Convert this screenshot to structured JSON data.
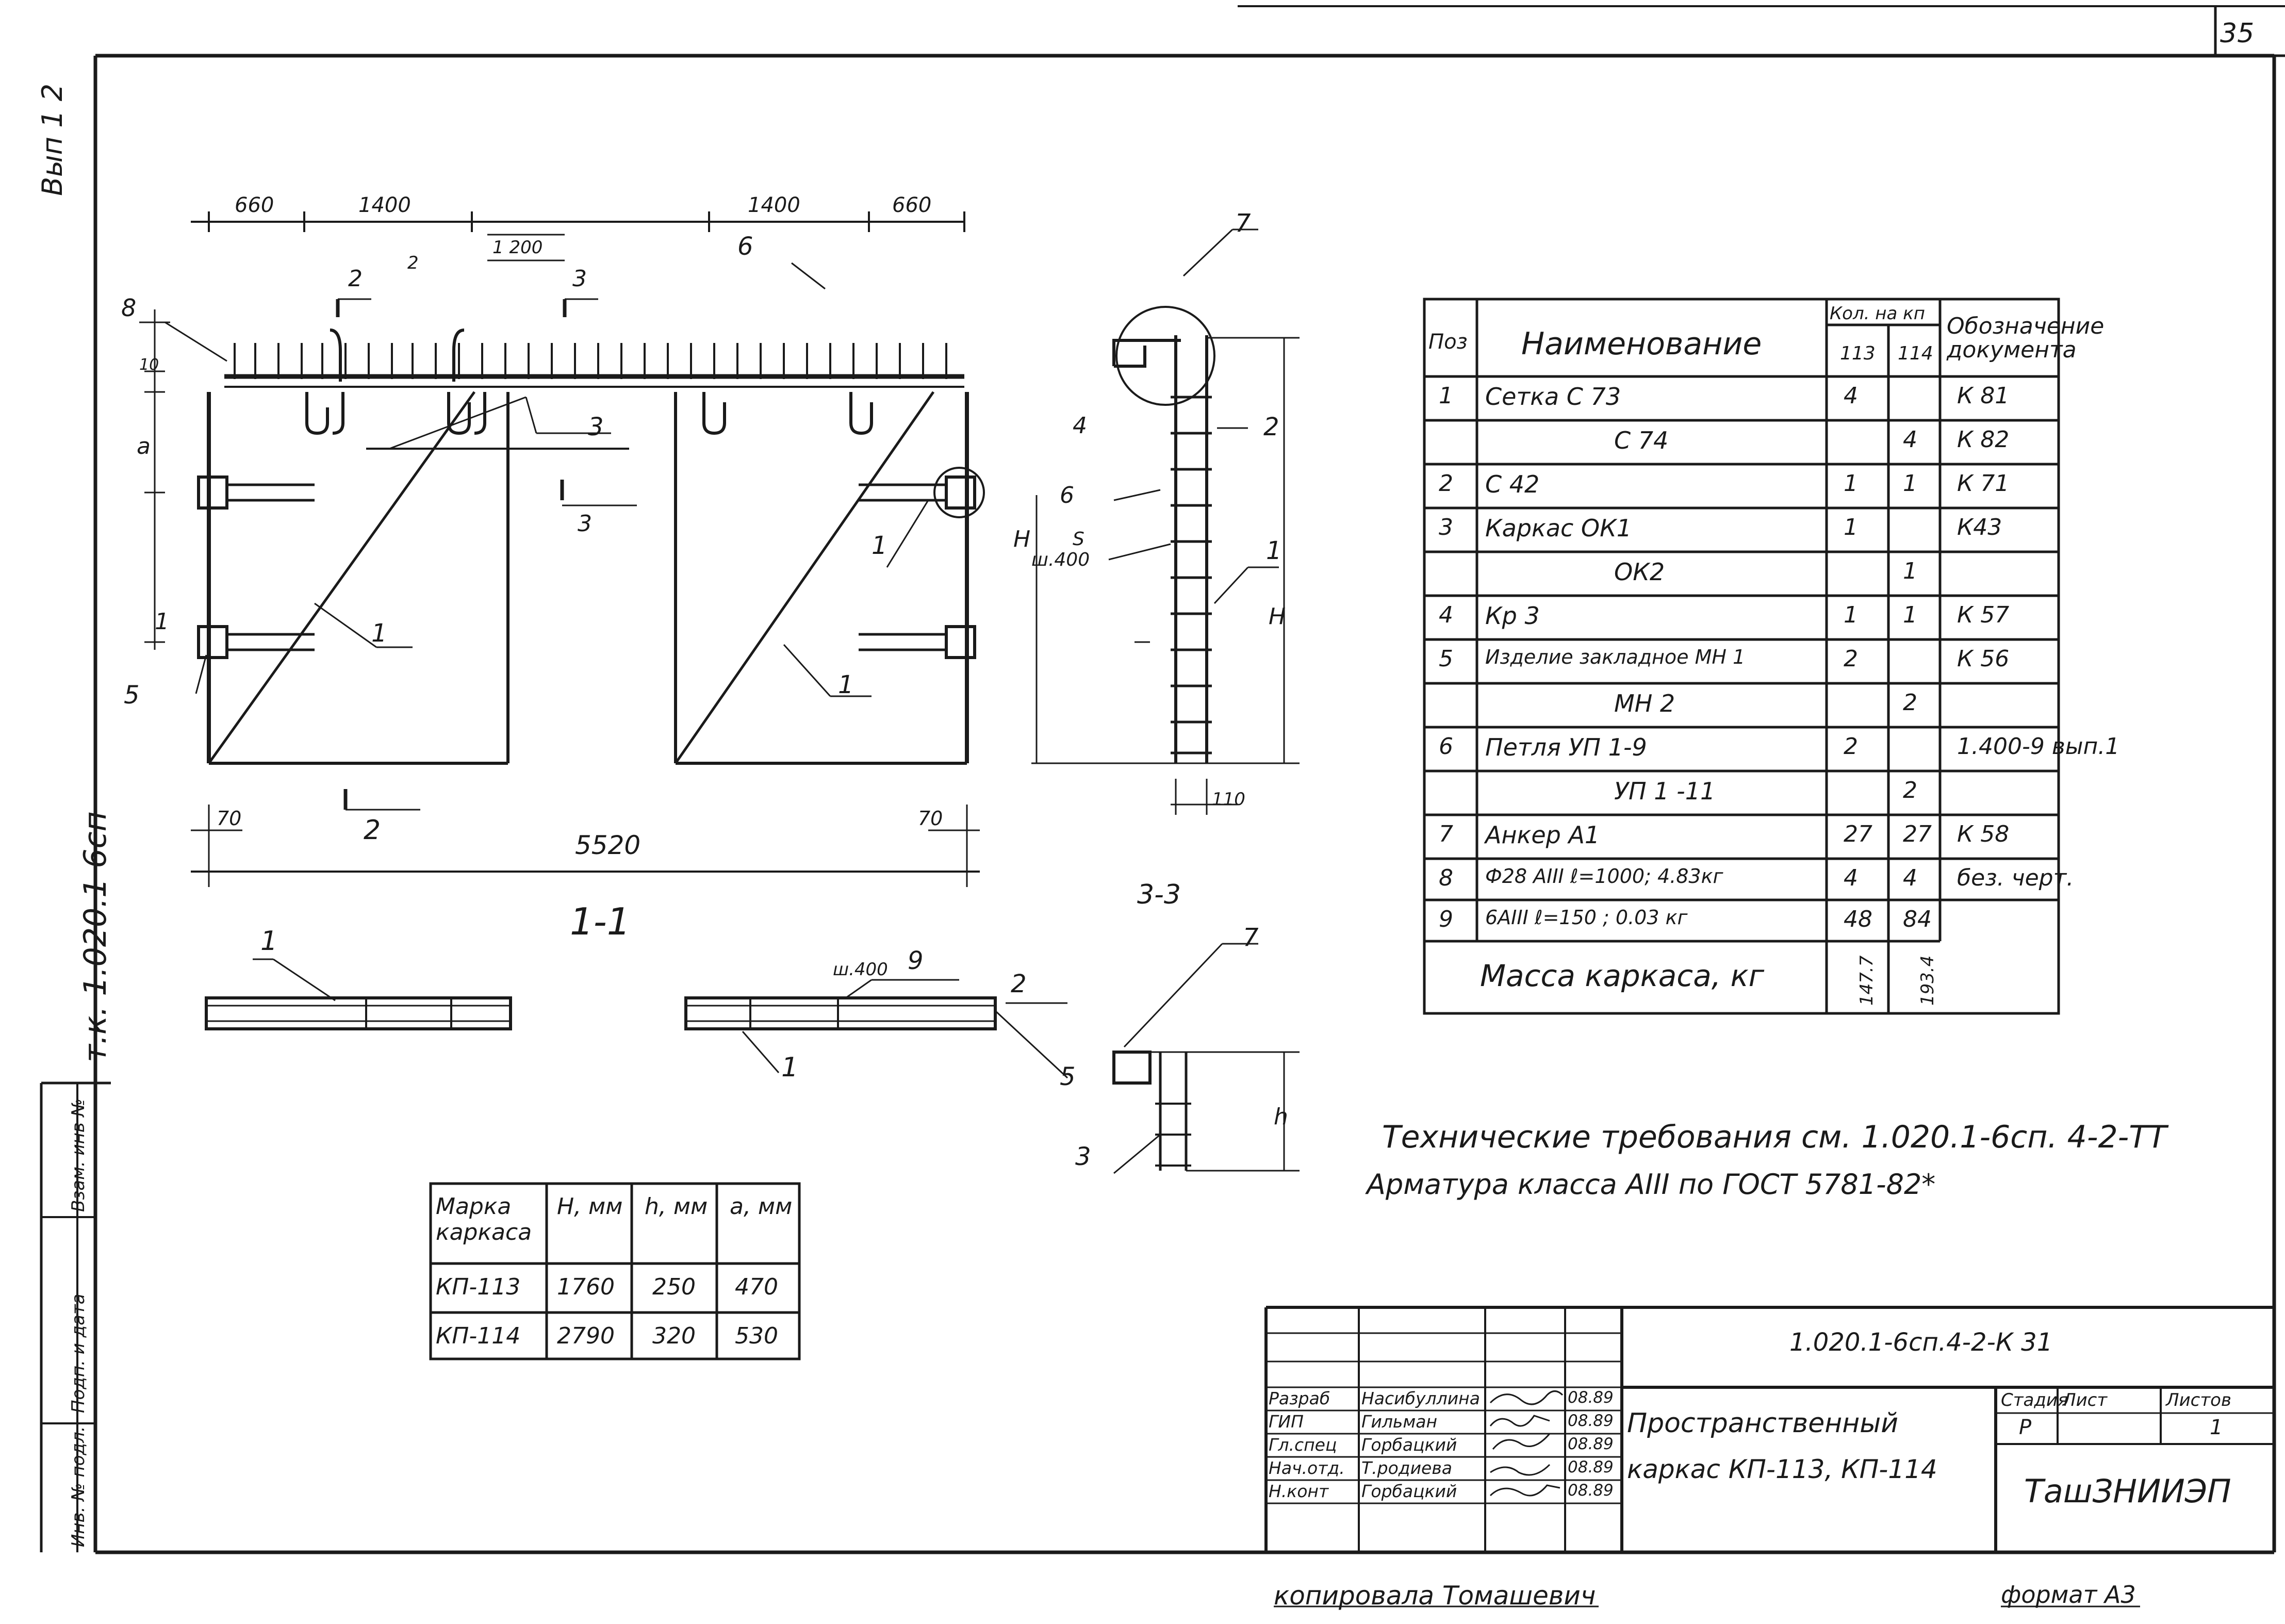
{
  "sheet": {
    "page_number": "35",
    "vypusk_label": "Вып 1 2",
    "series_label": "т.к. 1.020.1 6сп",
    "stamp_side": [
      "Инв. № подл.",
      "Подп. и дата",
      "Взам. инв №"
    ],
    "copied_by": "копировала Томашевич",
    "format": "формат А3"
  },
  "drawing": {
    "dims_top_left": [
      "660",
      "1400"
    ],
    "dims_top_right": [
      "1400",
      "660"
    ],
    "dim_center": "1 200",
    "dim_bottom_left": "70",
    "dim_bottom_right": "70",
    "dim_total": "5520",
    "dim_section_h": "110",
    "dim_u400": "ш.400",
    "dim_s": "S",
    "label_h": "H",
    "label_a": "a",
    "label_10": "10",
    "label_h_small": "h",
    "section_1_1": "1-1",
    "section_3_3": "3-3",
    "section_marks": [
      "1",
      "2",
      "3",
      "2",
      "3"
    ],
    "callouts": [
      "1",
      "1",
      "1",
      "1",
      "2",
      "2",
      "3",
      "3",
      "4",
      "5",
      "5",
      "6",
      "6",
      "7",
      "7",
      "8",
      "9",
      "1",
      "1",
      "2"
    ]
  },
  "spec_table": {
    "headers": {
      "pos": "Поз",
      "name": "Наименование",
      "qty": "Кол. на кп",
      "qty_113": "113",
      "qty_114": "114",
      "doc": "Обозначение документа"
    },
    "rows": [
      {
        "pos": "1",
        "name": "Сетка С 73",
        "q113": "4",
        "q114": "",
        "doc": "К 81"
      },
      {
        "pos": "",
        "name": "С 74",
        "q113": "",
        "q114": "4",
        "doc": "К 82"
      },
      {
        "pos": "2",
        "name": "С 42",
        "q113": "1",
        "q114": "1",
        "doc": "К 71"
      },
      {
        "pos": "3",
        "name": "Каркас ОК1",
        "q113": "1",
        "q114": "",
        "doc": "К43"
      },
      {
        "pos": "",
        "name": "ОК2",
        "q113": "",
        "q114": "1",
        "doc": ""
      },
      {
        "pos": "4",
        "name": "Кр 3",
        "q113": "1",
        "q114": "1",
        "doc": "К 57"
      },
      {
        "pos": "5",
        "name": "Изделие закладное МН 1",
        "q113": "2",
        "q114": "",
        "doc": "К 56"
      },
      {
        "pos": "",
        "name": "МН 2",
        "q113": "",
        "q114": "2",
        "doc": ""
      },
      {
        "pos": "6",
        "name": "Петля УП 1-9",
        "q113": "2",
        "q114": "",
        "doc": "1.400-9 вып.1"
      },
      {
        "pos": "",
        "name": "УП 1 -11",
        "q113": "",
        "q114": "2",
        "doc": ""
      },
      {
        "pos": "7",
        "name": "Анкер А1",
        "q113": "27",
        "q114": "27",
        "doc": "К 58"
      },
      {
        "pos": "8",
        "name": "Ф28 АIII ℓ=1000; 4.83кг",
        "q113": "4",
        "q114": "4",
        "doc": "без. черт."
      },
      {
        "pos": "9",
        "name": "6АIII ℓ=150 ; 0.03 кг",
        "q113": "48",
        "q114": "84",
        "doc": ""
      }
    ],
    "mass_label": "Масса каркаса, кг",
    "mass_113": "147.7",
    "mass_114": "193.4"
  },
  "notes": {
    "line1": "Технические требования см. 1.020.1-6сп. 4-2-ТТ",
    "line2": "Арматура класса АIII по ГОСТ 5781-82*"
  },
  "marks_table": {
    "headers": [
      "Марка каркаса",
      "H, мм",
      "h, мм",
      "a, мм"
    ],
    "rows": [
      [
        "КП-113",
        "1760",
        "250",
        "470"
      ],
      [
        "КП-114",
        "2790",
        "320",
        "530"
      ]
    ]
  },
  "title_block": {
    "code": "1.020.1-6сп.4-2-К 31",
    "roles": [
      "Разраб",
      "ГИП",
      "Гл.спец",
      "Нач.отд.",
      "Н.конт"
    ],
    "names": [
      "Насибуллина",
      "Гильман",
      "Горбацкий",
      "Т.родиева",
      "Горбацкий"
    ],
    "dates": [
      "08.89",
      "08.89",
      "08.89",
      "08.89",
      "08.89"
    ],
    "title_line1": "Пространственный",
    "title_line2": "каркас КП-113, КП-114",
    "stage_label": "Стадия",
    "sheet_label": "Лист",
    "sheets_label": "Листов",
    "stage": "Р",
    "sheet": "",
    "sheets": "1",
    "org": "ТашЗНИИЭП"
  }
}
